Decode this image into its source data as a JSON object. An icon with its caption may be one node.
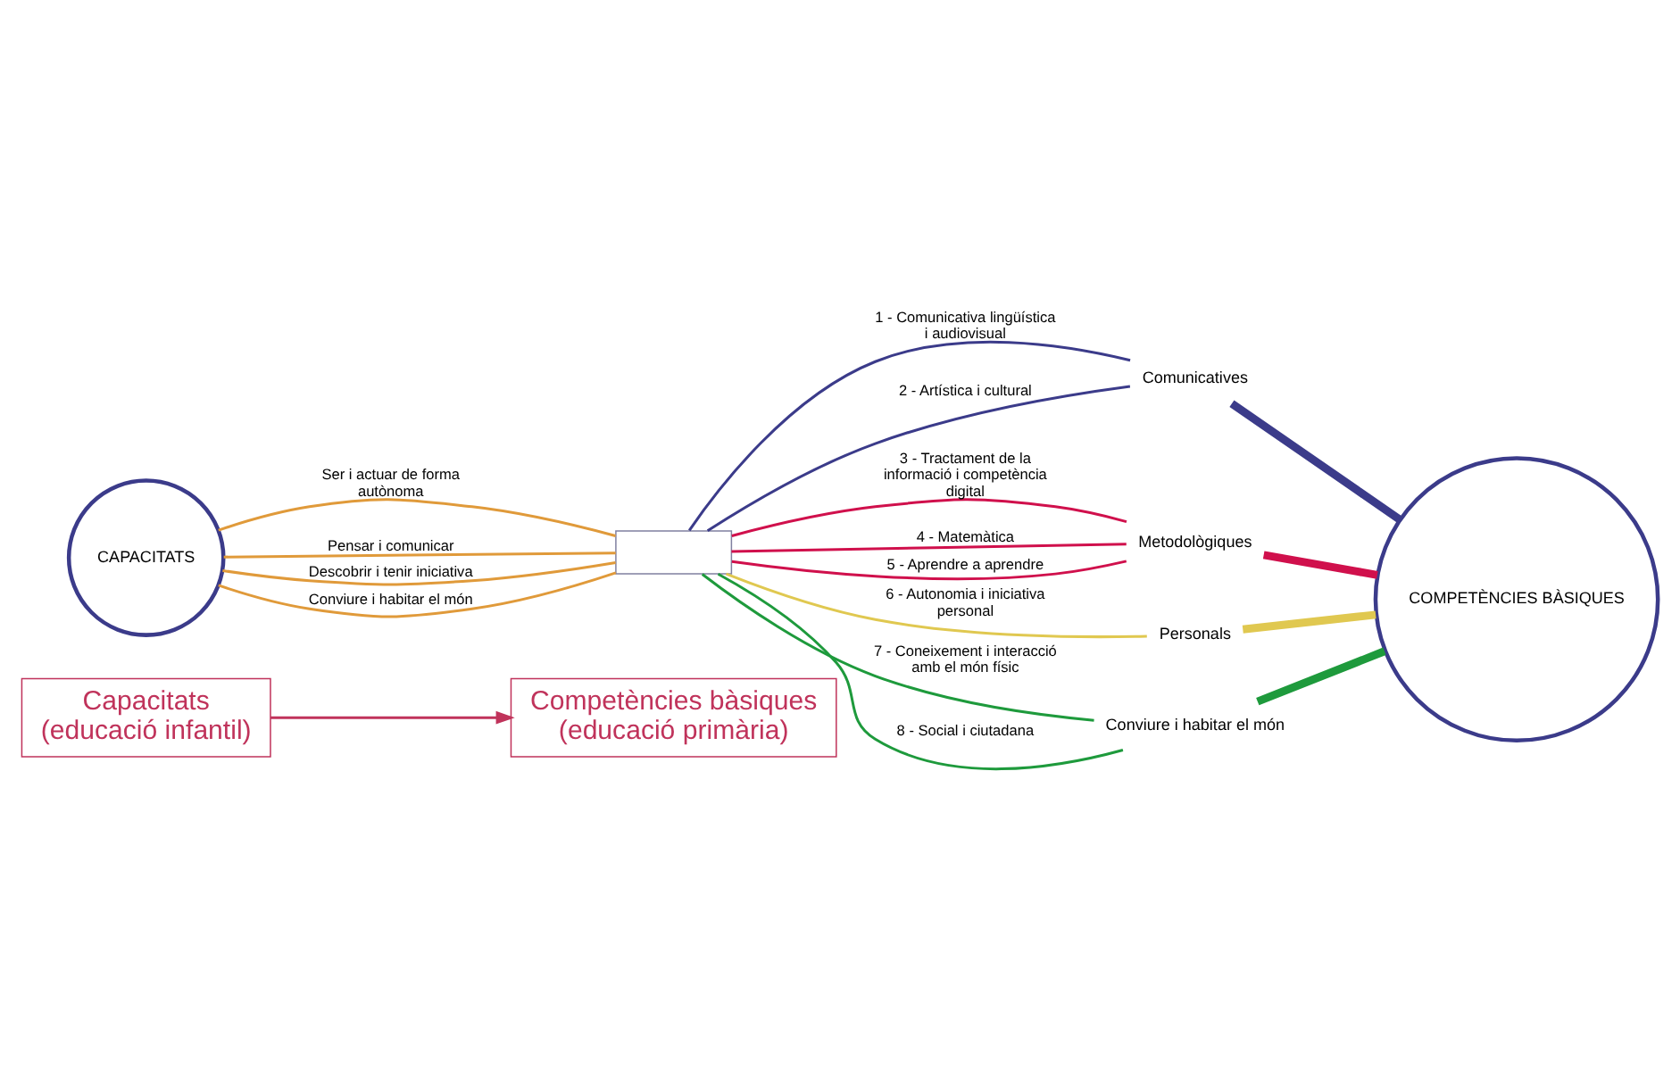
{
  "diagram": {
    "nodes": [
      {
        "text": [
          "Capacitats",
          "(educació infantil)"
        ]
      },
      {
        "text": [
          "Competències bàsiques",
          "(educació primària)"
        ]
      },
      {
        "text": [
          "CAPACITATS"
        ]
      },
      {
        "text": [],
        "shape": "box"
      },
      {
        "text": [
          "Comunicatives"
        ]
      },
      {
        "text": [
          "Metodològiques"
        ]
      },
      {
        "text": [
          "Personals"
        ]
      },
      {
        "text": [
          "Conviure i habitar el món"
        ]
      },
      {
        "text": [
          "COMPETÈNCIES BÀSIQUES"
        ]
      }
    ],
    "edges": [
      {
        "from": 0,
        "to": 1,
        "arrow": "to",
        "color": "#c0335b"
      },
      {
        "from": 2,
        "to": 3,
        "arrow": "none",
        "label": "Ser i actuar de forma autònoma",
        "color": "#e09a3a"
      },
      {
        "from": 2,
        "to": 3,
        "arrow": "none",
        "label": "Pensar i comunicar",
        "color": "#e09a3a"
      },
      {
        "from": 2,
        "to": 3,
        "arrow": "none",
        "label": "Descobrir i tenir iniciativa",
        "color": "#e09a3a"
      },
      {
        "from": 2,
        "to": 3,
        "arrow": "none",
        "label": "Conviure i habitar el món",
        "color": "#e09a3a"
      },
      {
        "from": 3,
        "to": 4,
        "arrow": "none",
        "label": "1 - Comunicativa lingüística i audiovisual",
        "color": "#3b3b8a"
      },
      {
        "from": 3,
        "to": 4,
        "arrow": "none",
        "label": "2 - Artística i cultural",
        "color": "#3b3b8a"
      },
      {
        "from": 3,
        "to": 5,
        "arrow": "none",
        "label": "3 - Tractament de la informació i competència digital",
        "color": "#d0104c"
      },
      {
        "from": 3,
        "to": 5,
        "arrow": "none",
        "label": "4 - Matemàtica",
        "color": "#d0104c"
      },
      {
        "from": 3,
        "to": 5,
        "arrow": "none",
        "label": "5 - Aprendre a aprendre",
        "color": "#d0104c"
      },
      {
        "from": 3,
        "to": 6,
        "arrow": "none",
        "label": "6 - Autonomia i iniciativa personal",
        "color": "#e0c850"
      },
      {
        "from": 3,
        "to": 7,
        "arrow": "none",
        "label": "7 - Coneixement i interacció amb el món físic",
        "color": "#1e9a3c"
      },
      {
        "from": 3,
        "to": 7,
        "arrow": "none",
        "label": "8 - Social i ciutadana",
        "color": "#1e9a3c"
      },
      {
        "from": 4,
        "to": 8,
        "arrow": "none",
        "style": "thick",
        "color": "#3b3b8a"
      },
      {
        "from": 5,
        "to": 8,
        "arrow": "none",
        "style": "thick",
        "color": "#d0104c"
      },
      {
        "from": 6,
        "to": 8,
        "arrow": "none",
        "style": "thick",
        "color": "#e0c850"
      },
      {
        "from": 7,
        "to": 8,
        "arrow": "none",
        "style": "thick",
        "color": "#1e9a3c"
      }
    ]
  }
}
